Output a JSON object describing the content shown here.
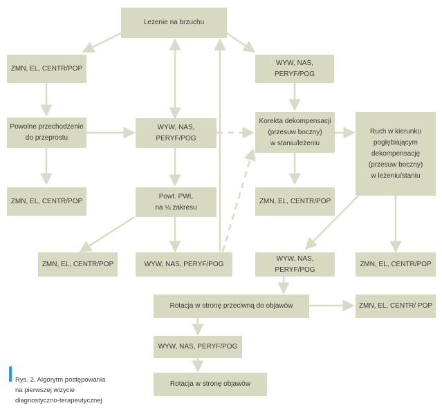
{
  "figure": {
    "caption": "Rys. 2. Algorytm postępowania\nna pierwszej wizycie\ndiagnostyczno-terapeutycznej",
    "colors": {
      "box_fill": "#d7d9c1",
      "arrow": "#d9dbc6",
      "caption_accent": "#1aa3d9",
      "text": "#3b3b3b"
    }
  },
  "nodes": {
    "lezenie": "Leżenie na brzuchu",
    "zmn_top_left": "ZMN, EL, CENTR/POP",
    "wyw_nas_peryf_pog_top_right": "WYW, NAS,\nPERYF/POG",
    "powolne": "Powolne przechodzenie\ndo przeprostu",
    "wyw_nas_peryf_pog_center": "WYW, NAS,\nPERYF/POG",
    "korekta": "Korekta dekompensacji\n(przesuw boczny)\nw staniu/leżeniu",
    "ruch": "Ruch w kierunku\npogłębiającym\ndekompensację\n(przesuw boczny)\nw leżeniu/staniu",
    "zmn_mid_left": "ZMN, EL, CENTR/POP",
    "powt_pwl": "Powt. PWL\nna ¼ zakresu",
    "zmn_mid_right": "ZMN, EL, CENTR/POP",
    "zmn_bottom_left": "ZMN, EL, CENTR/POP",
    "wyw_bottom_center": "WYW, NAS, PERYF/POG",
    "wyw_bottom_right": "WYW, NAS, PERYF/POG",
    "zmn_bottom_right": "ZMN, EL, CENTR/POP",
    "rotacja_przeciwna": "Rotacja w stronę przeciwną do objawów",
    "zmn_rotation_right": "ZMN, EL, CENTR/ POP",
    "wyw_after_rotation": "WYW, NAS, PERYF/POG",
    "rotacja_objawow": "Rotacja w stronę objawów"
  }
}
